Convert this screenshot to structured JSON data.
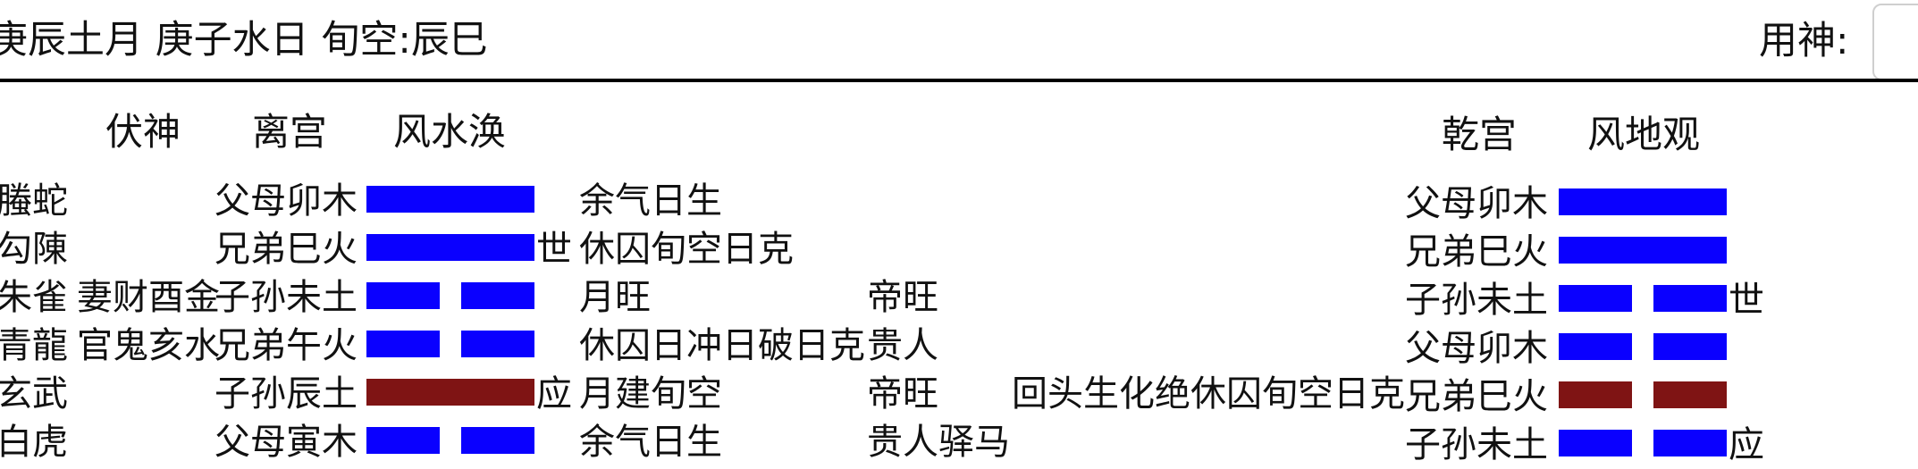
{
  "header": {
    "date_text": "庚辰土月 庚子水日 旬空:辰巳",
    "yongshen_label": "用神:",
    "yongshen_value": ""
  },
  "labels": {
    "fushen": "伏神",
    "main_palace": "离宫",
    "main_hexagram": "风水涣",
    "changed_palace": "乾宫",
    "changed_hexagram": "风地观"
  },
  "colors": {
    "yang_line": "#0a00ff",
    "yin_line": "#0a00ff",
    "moving_line": "#7f1414"
  },
  "main_lines": [
    {
      "god": "螣蛇",
      "hidden": "",
      "relation": "父母卯木",
      "type": "yang",
      "moving": false,
      "mark": "",
      "status": "余气日生",
      "extra": "",
      "change_note": ""
    },
    {
      "god": "勾陳",
      "hidden": "",
      "relation": "兄弟巳火",
      "type": "yang",
      "moving": false,
      "mark": "世",
      "status": "休囚旬空日克",
      "extra": "",
      "change_note": ""
    },
    {
      "god": "朱雀",
      "hidden": "妻财酉金",
      "relation": "子孙未土",
      "type": "yin",
      "moving": false,
      "mark": "",
      "status": "月旺",
      "extra": "帝旺",
      "change_note": ""
    },
    {
      "god": "青龍",
      "hidden": "官鬼亥水",
      "relation": "兄弟午火",
      "type": "yin",
      "moving": false,
      "mark": "",
      "status": "休囚日冲日破日克",
      "extra": "贵人",
      "change_note": ""
    },
    {
      "god": "玄武",
      "hidden": "",
      "relation": "子孙辰土",
      "type": "yang",
      "moving": true,
      "mark": "应",
      "status": "月建旬空",
      "extra": "帝旺",
      "change_note": "回头生化绝休囚旬空日克"
    },
    {
      "god": "白虎",
      "hidden": "",
      "relation": "父母寅木",
      "type": "yin",
      "moving": false,
      "mark": "",
      "status": "余气日生",
      "extra": "贵人驿马",
      "change_note": ""
    }
  ],
  "changed_lines": [
    {
      "relation": "父母卯木",
      "type": "yang",
      "moving": false,
      "mark": ""
    },
    {
      "relation": "兄弟巳火",
      "type": "yang",
      "moving": false,
      "mark": ""
    },
    {
      "relation": "子孙未土",
      "type": "yin",
      "moving": false,
      "mark": "世"
    },
    {
      "relation": "父母卯木",
      "type": "yin",
      "moving": false,
      "mark": ""
    },
    {
      "relation": "兄弟巳火",
      "type": "yin",
      "moving": true,
      "mark": ""
    },
    {
      "relation": "子孙未土",
      "type": "yin",
      "moving": false,
      "mark": "应"
    }
  ]
}
